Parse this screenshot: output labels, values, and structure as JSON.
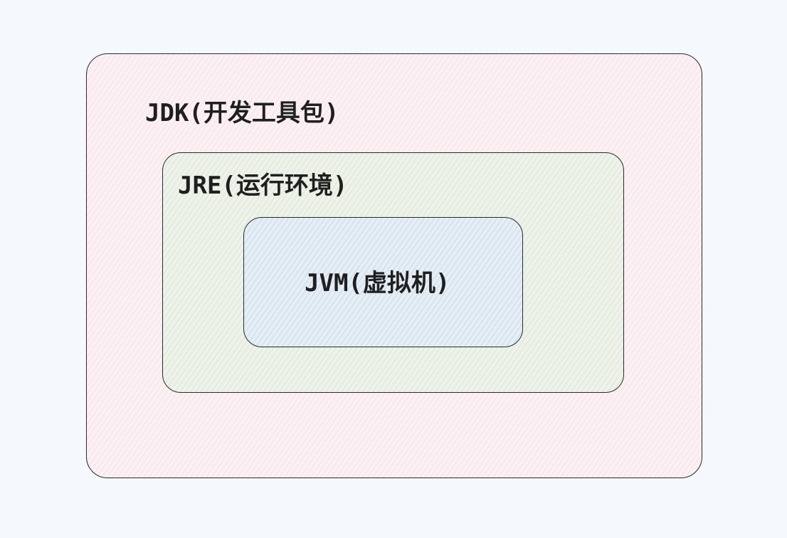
{
  "diagram": {
    "jdk": {
      "label": "JDK(开发工具包)",
      "fill": "#fbf1f4",
      "hatch": "#eab0be"
    },
    "jre": {
      "label": "JRE(运行环境)",
      "fill": "#eef2ea",
      "hatch": "#acd4aa"
    },
    "jvm": {
      "label": "JVM(虚拟机)",
      "fill": "#e5eef4",
      "hatch": "#96bee1"
    },
    "stroke": "#2b2b2b",
    "background": "#f5f9fe"
  }
}
